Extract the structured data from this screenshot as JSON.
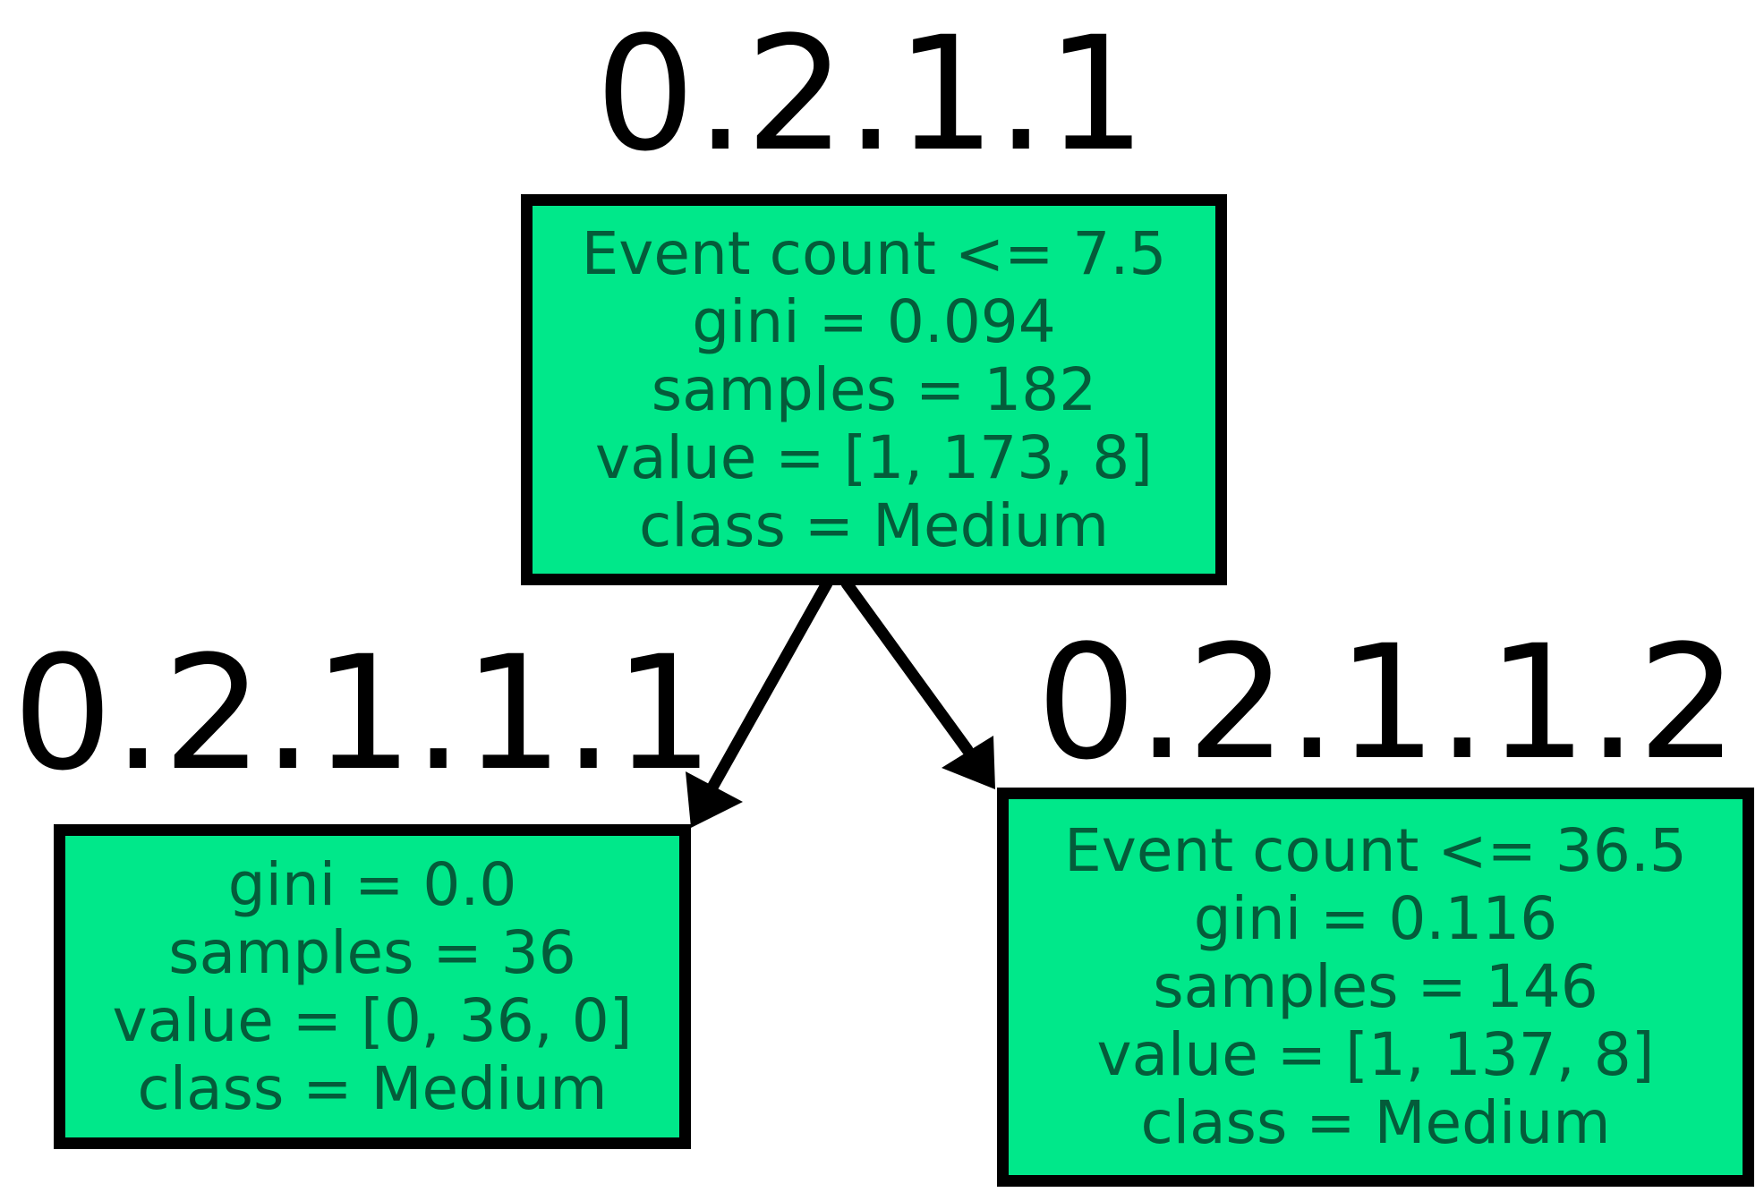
{
  "nodes": {
    "root": {
      "id_label": "0.2.1.1",
      "lines": {
        "condition": "Event count <= 7.5",
        "gini": "gini = 0.094",
        "samples": "samples = 182",
        "value": "value = [1, 173, 8]",
        "class": "class = Medium"
      }
    },
    "left": {
      "id_label": "0.2.1.1.1",
      "lines": {
        "gini": "gini = 0.0",
        "samples": "samples = 36",
        "value": "value = [0, 36, 0]",
        "class": "class = Medium"
      }
    },
    "right": {
      "id_label": "0.2.1.1.2",
      "lines": {
        "condition": "Event count <= 36.5",
        "gini": "gini = 0.116",
        "samples": "samples = 146",
        "value": "value = [1, 137, 8]",
        "class": "class = Medium"
      }
    }
  },
  "colors": {
    "node_fill": "#00e88a",
    "node_text": "#045c3a",
    "border": "#000000"
  }
}
